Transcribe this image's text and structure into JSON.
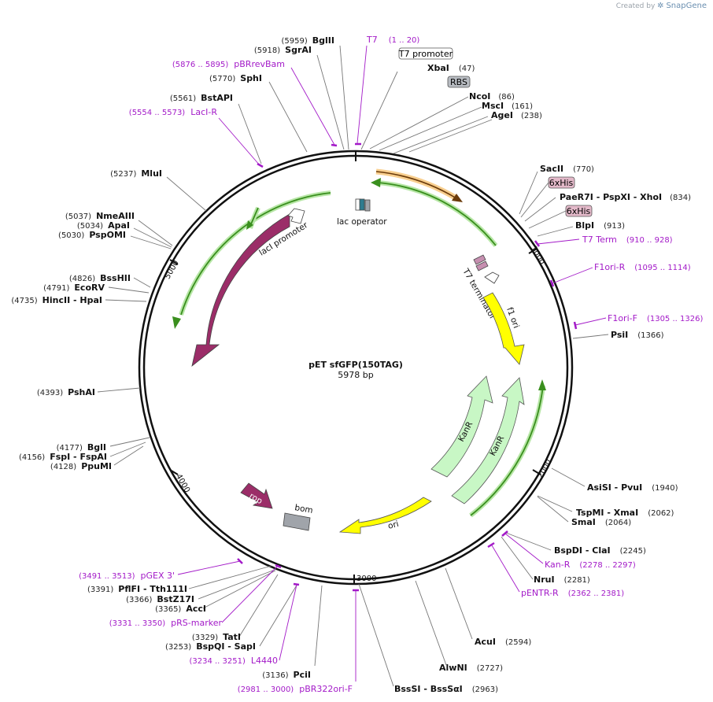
{
  "brand": {
    "created_by": "Created by",
    "app": "SnapGene"
  },
  "plasmid": {
    "name": "pET sfGFP(150TAG)",
    "size": "5978 bp"
  },
  "ruler": [
    "1000",
    "2000",
    "3000",
    "4000",
    "5000"
  ],
  "features": {
    "lacI": "lacI",
    "lacI_promoter": "lacI promoter",
    "lac_operator": "lac operator",
    "T7_terminator": "T7 terminator",
    "f1_ori": "f1 ori",
    "KanR_1": "KanR",
    "KanR_2": "KanR",
    "ori": "ori",
    "rop": "rop",
    "bom": "bom"
  },
  "sites": [
    {
      "name": "BglII",
      "pos": "(5959)"
    },
    {
      "name": "SgrAI",
      "pos": "(5918)"
    },
    {
      "name": "SphI",
      "pos": "(5770)"
    },
    {
      "name": "BstAPI",
      "pos": "(5561)"
    },
    {
      "name": "MluI",
      "pos": "(5237)"
    },
    {
      "name": "NmeAIII",
      "pos": "(5037)"
    },
    {
      "name": "ApaI",
      "pos": "(5034)"
    },
    {
      "name": "PspOMI",
      "pos": "(5030)"
    },
    {
      "name": "BssHII",
      "pos": "(4826)"
    },
    {
      "name": "EcoRV",
      "pos": "(4791)"
    },
    {
      "name": "HincII - HpaI",
      "pos": "(4735)"
    },
    {
      "name": "PshAI",
      "pos": "(4393)"
    },
    {
      "name": "BglI",
      "pos": "(4177)"
    },
    {
      "name": "FspI - FspAI",
      "pos": "(4156)"
    },
    {
      "name": "PpuMI",
      "pos": "(4128)"
    },
    {
      "name": "PflFI - Tth111I",
      "pos": "(3391)"
    },
    {
      "name": "BstZ17I",
      "pos": "(3366)"
    },
    {
      "name": "AccI",
      "pos": "(3365)"
    },
    {
      "name": "TatI",
      "pos": "(3329)"
    },
    {
      "name": "BspQI - SapI",
      "pos": "(3253)"
    },
    {
      "name": "PciI",
      "pos": "(3136)"
    },
    {
      "name": "XbaI",
      "pos": "(47)"
    },
    {
      "name": "NcoI",
      "pos": "(86)"
    },
    {
      "name": "MscI",
      "pos": "(161)"
    },
    {
      "name": "AgeI",
      "pos": "(238)"
    },
    {
      "name": "SacII",
      "pos": "(770)"
    },
    {
      "name": "PaeR7I - PspXI - XhoI",
      "pos": "(834)"
    },
    {
      "name": "BlpI",
      "pos": "(913)"
    },
    {
      "name": "PsiI",
      "pos": "(1366)"
    },
    {
      "name": "AsiSI - PvuI",
      "pos": "(1940)"
    },
    {
      "name": "TspMI - XmaI",
      "pos": "(2062)"
    },
    {
      "name": "SmaI",
      "pos": "(2064)"
    },
    {
      "name": "BspDI - ClaI",
      "pos": "(2245)"
    },
    {
      "name": "NruI",
      "pos": "(2281)"
    },
    {
      "name": "AcuI",
      "pos": "(2594)"
    },
    {
      "name": "AlwNI",
      "pos": "(2727)"
    },
    {
      "name": "BssSI - BssSαI",
      "pos": "(2963)"
    }
  ],
  "primers": [
    {
      "name": "T7",
      "range": "(1 .. 20)"
    },
    {
      "name": "pBRrevBam",
      "range": "(5876 .. 5895)"
    },
    {
      "name": "LacI-R",
      "range": "(5554 .. 5573)"
    },
    {
      "name": "T7 Term",
      "range": "(910 .. 928)"
    },
    {
      "name": "F1ori-R",
      "range": "(1095 .. 1114)"
    },
    {
      "name": "F1ori-F",
      "range": "(1305 .. 1326)"
    },
    {
      "name": "Kan-R",
      "range": "(2278 .. 2297)"
    },
    {
      "name": "pENTR-R",
      "range": "(2362 .. 2381)"
    },
    {
      "name": "pGEX 3'",
      "range": "(3491 .. 3513)"
    },
    {
      "name": "pRS-marker",
      "range": "(3331 .. 3350)"
    },
    {
      "name": "L4440",
      "range": "(3234 .. 3251)"
    },
    {
      "name": "pBR322ori-F",
      "range": "(2981 .. 3000)"
    }
  ],
  "boxed": {
    "t7_promoter": "T7 promoter",
    "rbs": "RBS",
    "his1": "6xHis",
    "his2": "6xHis"
  },
  "colors": {
    "lacI": "#9b2d68",
    "rop": "#9b2d68",
    "f1_ori": "#ffff00",
    "ori": "#ffff00",
    "kanR": "#c8f7c5",
    "green_arrow": "#3a8f1e",
    "orange_arrow": "#e8932d",
    "primer": "#a31ac8",
    "bom": "#a0a4aa"
  }
}
